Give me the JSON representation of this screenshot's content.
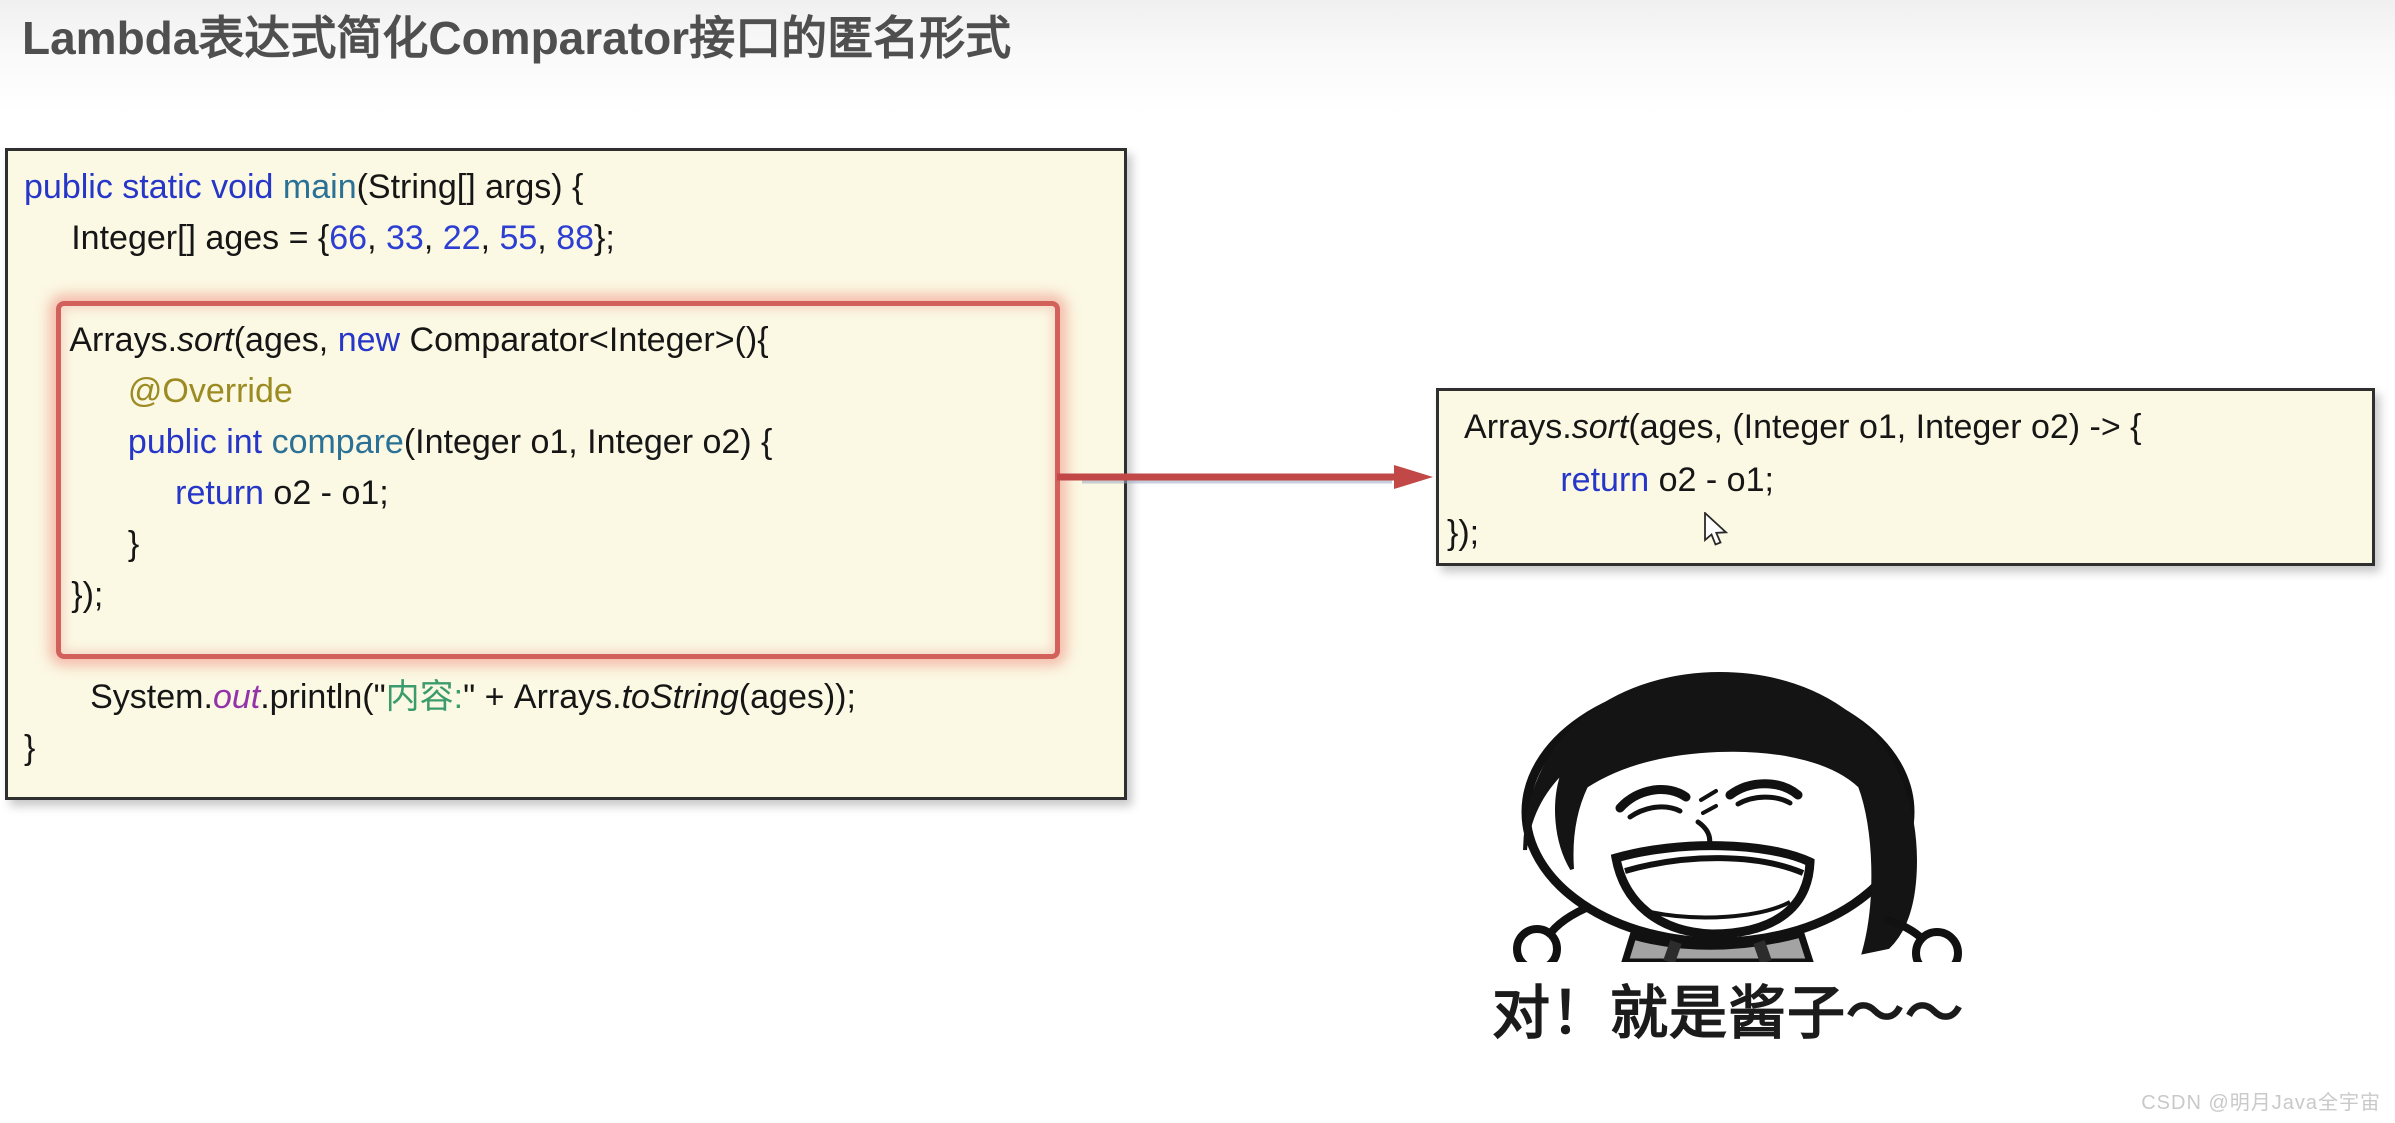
{
  "title": "Lambda表达式简化Comparator接口的匿名形式",
  "watermark": "CSDN @明月Java全宇宙",
  "colors": {
    "keyword": "#2636c8",
    "number": "#2d3fd3",
    "method": "#2a7195",
    "annotation": "#9b8b22",
    "field": "#9333a8",
    "string": "#3c9b6c",
    "code_text": "#161616",
    "code_bg": "#fbf8e3",
    "highlight_border": "#d2615c",
    "arrow": "#c24848"
  },
  "code_left": {
    "lines": [
      {
        "tokens": [
          {
            "c": "kw",
            "t": "public static void "
          },
          {
            "c": "method",
            "t": "main"
          },
          {
            "c": "plain",
            "t": "(String[] args) {"
          }
        ]
      },
      {
        "tokens": [
          {
            "c": "plain",
            "t": "     Integer[] ages = {"
          },
          {
            "c": "num",
            "t": "66"
          },
          {
            "c": "plain",
            "t": ", "
          },
          {
            "c": "num",
            "t": "33"
          },
          {
            "c": "plain",
            "t": ", "
          },
          {
            "c": "num",
            "t": "22"
          },
          {
            "c": "plain",
            "t": ", "
          },
          {
            "c": "num",
            "t": "55"
          },
          {
            "c": "plain",
            "t": ", "
          },
          {
            "c": "num",
            "t": "88"
          },
          {
            "c": "plain",
            "t": "};"
          }
        ]
      },
      {
        "tokens": []
      },
      {
        "tokens": [
          {
            "c": "plain",
            "t": "     Arrays."
          },
          {
            "c": "it",
            "t": "sort"
          },
          {
            "c": "plain",
            "t": "(ages, "
          },
          {
            "c": "kw",
            "t": "new"
          },
          {
            "c": "plain",
            "t": " Comparator<Integer>(){"
          }
        ]
      },
      {
        "tokens": [
          {
            "c": "plain",
            "t": "           "
          },
          {
            "c": "ann",
            "t": "@Override"
          }
        ]
      },
      {
        "tokens": [
          {
            "c": "plain",
            "t": "           "
          },
          {
            "c": "kw",
            "t": "public int "
          },
          {
            "c": "method",
            "t": "compare"
          },
          {
            "c": "plain",
            "t": "(Integer o1, Integer o2) {"
          }
        ]
      },
      {
        "tokens": [
          {
            "c": "plain",
            "t": "                "
          },
          {
            "c": "kw",
            "t": "return"
          },
          {
            "c": "plain",
            "t": " o2 - o1;"
          }
        ]
      },
      {
        "tokens": [
          {
            "c": "plain",
            "t": "           }"
          }
        ]
      },
      {
        "tokens": [
          {
            "c": "plain",
            "t": "     });"
          }
        ]
      },
      {
        "tokens": []
      },
      {
        "tokens": [
          {
            "c": "plain",
            "t": "       System."
          },
          {
            "c": "field",
            "t": "out"
          },
          {
            "c": "plain",
            "t": ".println(\""
          },
          {
            "c": "str",
            "t": "内容:"
          },
          {
            "c": "plain",
            "t": "\" + Arrays."
          },
          {
            "c": "it",
            "t": "toString"
          },
          {
            "c": "plain",
            "t": "(ages));"
          }
        ]
      },
      {
        "tokens": [
          {
            "c": "plain",
            "t": "}"
          }
        ]
      }
    ]
  },
  "code_right": {
    "lines": [
      {
        "tokens": [
          {
            "c": "plain",
            "t": "  Arrays."
          },
          {
            "c": "it",
            "t": "sort"
          },
          {
            "c": "plain",
            "t": "(ages, (Integer o1, Integer o2) -> {"
          }
        ]
      },
      {
        "tokens": [
          {
            "c": "plain",
            "t": "            "
          },
          {
            "c": "kw",
            "t": "return"
          },
          {
            "c": "plain",
            "t": " o2 - o1;"
          }
        ]
      },
      {
        "tokens": [
          {
            "c": "plain",
            "t": "});"
          }
        ]
      }
    ]
  },
  "meme": {
    "caption": "对！就是酱子～～"
  }
}
